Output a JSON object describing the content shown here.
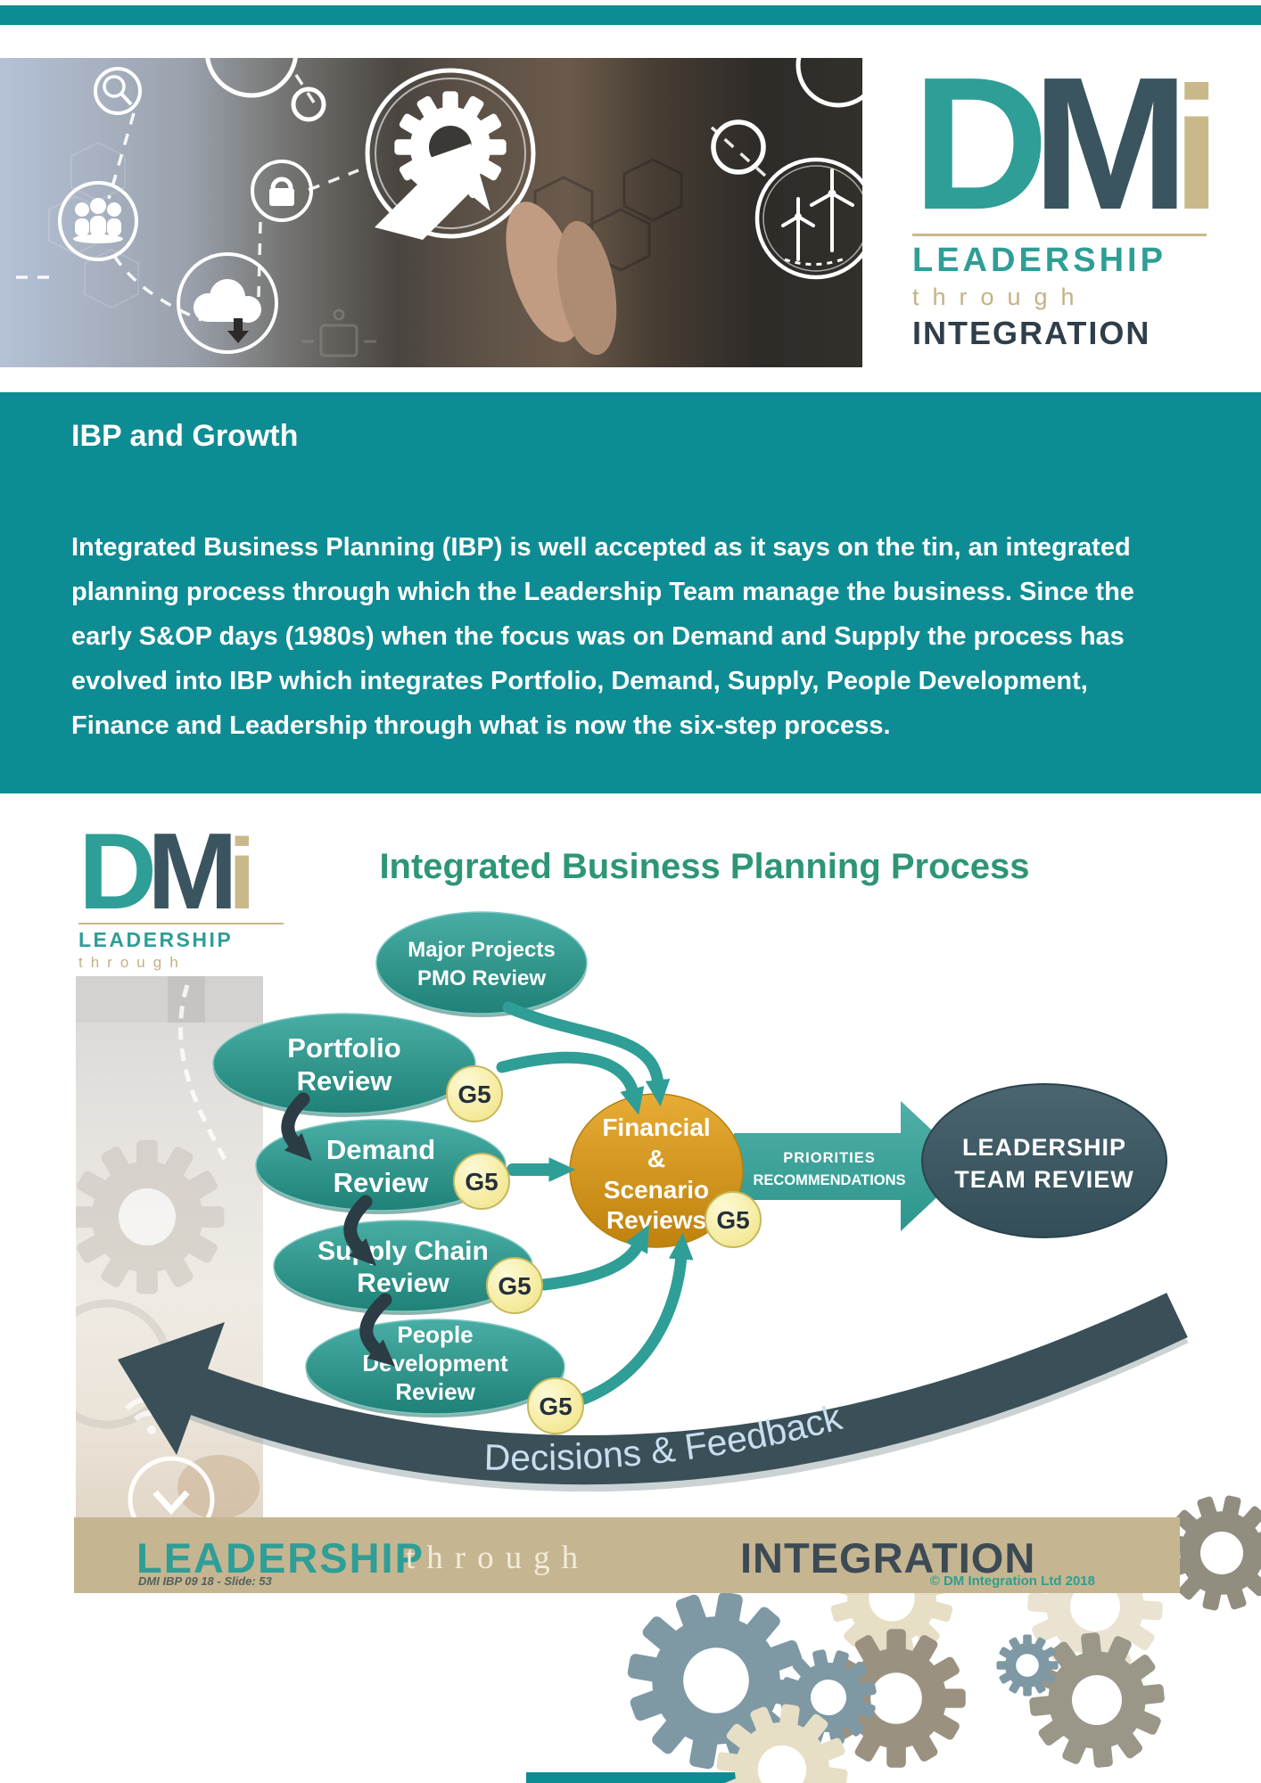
{
  "page": {
    "background": "#FFFFFF",
    "accent_teal": "#0E8C93"
  },
  "brand": {
    "d": "D",
    "m": "M",
    "i": "i",
    "leadership": "LEADERSHIP",
    "through": "through",
    "integration": "INTEGRATION"
  },
  "hero": {
    "icons": [
      "search",
      "team",
      "lock",
      "gear-touch",
      "cloud-transfer",
      "wind-turbines"
    ]
  },
  "intro": {
    "heading": "IBP and Growth",
    "paragraph": "Integrated Business Planning (IBP) is well accepted as it says on the tin, an integrated planning process through which the Leadership Team manage the business. Since the early S&OP days (1980s) when the focus was on Demand and Supply the process has evolved into IBP which integrates Portfolio, Demand, Supply, People Development, Finance and Leadership through what is now the six-step process."
  },
  "diagram": {
    "title": "Integrated Business Planning Process",
    "gate": "G5",
    "ovals": {
      "major": {
        "line1": "Major Projects",
        "line2": "PMO Review"
      },
      "portfolio": {
        "line1": "Portfolio",
        "line2": "Review"
      },
      "demand": {
        "line1": "Demand",
        "line2": "Review"
      },
      "supply": {
        "line1": "Supply Chain",
        "line2": "Review"
      },
      "people": {
        "line1": "People",
        "line2": "Development",
        "line3": "Review"
      }
    },
    "financial": {
      "line1": "Financial",
      "line2": "&",
      "line3": "Scenario",
      "line4": "Reviews"
    },
    "arrow": {
      "line1": "PRIORITIES",
      "line2": "RECOMMENDATIONS"
    },
    "leadership_team": {
      "line1": "LEADERSHIP",
      "line2": "TEAM REVIEW"
    },
    "feedback": "Decisions & Feedback",
    "colors": {
      "oval_teal": "#2E9E96",
      "gate_yellow": "#F5E98F",
      "financial_orange": "#D3951B",
      "slate": "#3A4F57"
    }
  },
  "footer": {
    "leadership": "LEADERSHIP",
    "through": "through",
    "integration": "INTEGRATION",
    "slide_ref": "DMI IBP 09 18 - Slide: 53",
    "copyright": "© DM Integration Ltd 2018"
  }
}
